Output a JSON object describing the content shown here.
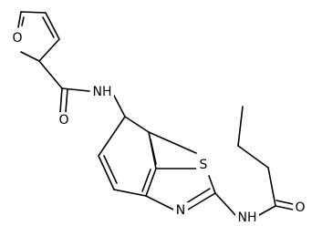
{
  "atoms": {
    "furan_o": "O",
    "carbonyl_o_1": "O",
    "amide_nh_1": "NH",
    "thiazole_s": "S",
    "thiazole_n": "N",
    "amide_nh_2": "NH",
    "carbonyl_o_2": "O"
  },
  "colors": {
    "bond": "#000000",
    "background": "#ffffff"
  }
}
